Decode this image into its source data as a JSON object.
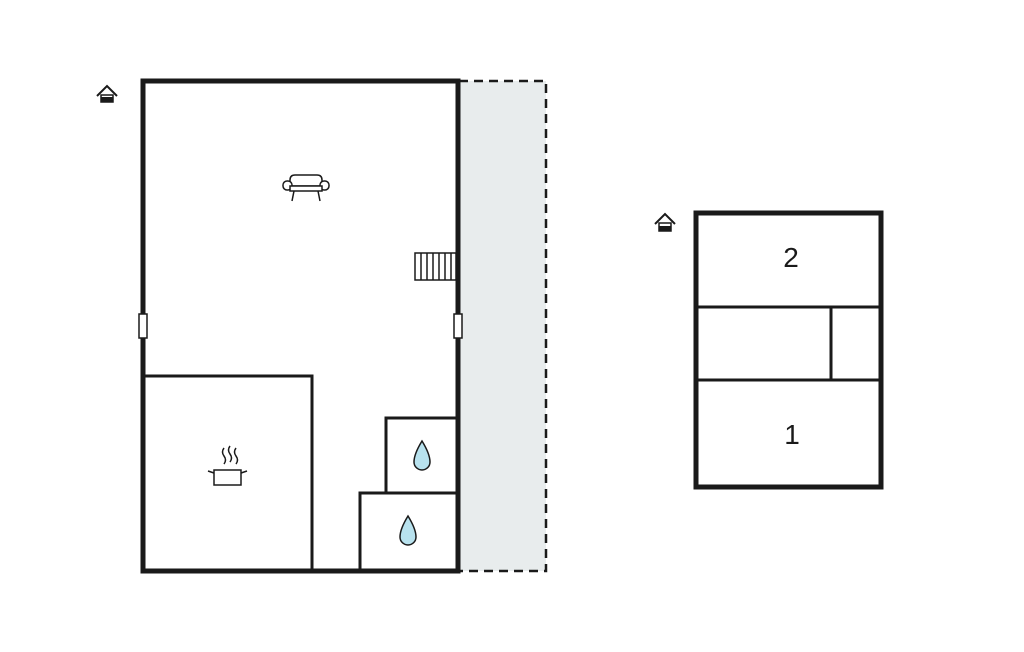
{
  "plans": [
    {
      "name": "ground-floor",
      "entrance_icon": "house-entrance-icon",
      "icons": [
        "sofa-icon",
        "cooking-pot-icon",
        "water-drop-icon",
        "water-drop-icon",
        "stairs-icon"
      ],
      "terrace": "dashed-outline"
    },
    {
      "name": "upper-floor",
      "entrance_icon": "house-entrance-icon",
      "rooms": [
        {
          "label": "2"
        },
        {
          "label": "1"
        }
      ]
    }
  ],
  "colors": {
    "wall": "#1a1a1a",
    "terrace_fill": "#e8eced",
    "water_drop": "#b8e2ee",
    "background": "#ffffff"
  }
}
